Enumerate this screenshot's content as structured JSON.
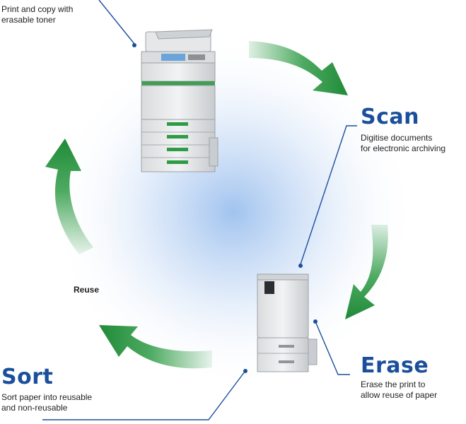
{
  "colors": {
    "accent": "#1b4f9c",
    "arrow_green": "#2e9b45",
    "glow": "#8fb5e8"
  },
  "steps": {
    "print": {
      "description_line1": "Print and copy with",
      "description_line2": "erasable toner"
    },
    "scan": {
      "title": "Scan",
      "description_line1": "Digitise documents",
      "description_line2": "for electronic archiving"
    },
    "erase": {
      "title": "Erase",
      "description_line1": "Erase the print to",
      "description_line2": "allow reuse of paper"
    },
    "sort": {
      "title": "Sort",
      "description_line1": "Sort paper into reusable",
      "description_line2": "and non-reusable"
    },
    "reuse": {
      "label": "Reuse"
    }
  }
}
